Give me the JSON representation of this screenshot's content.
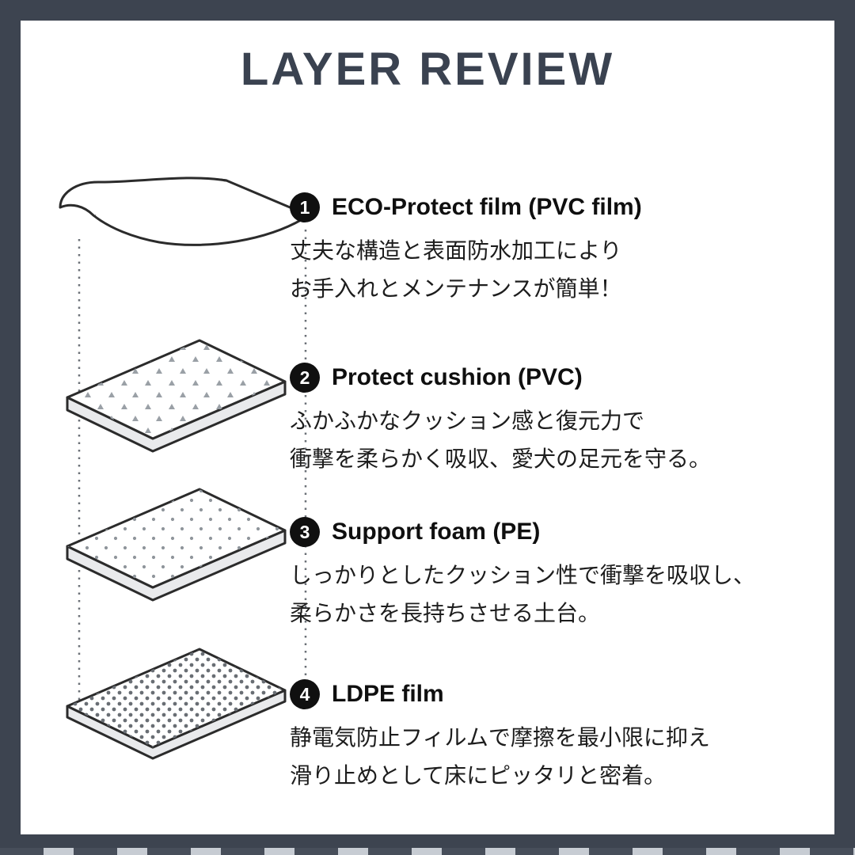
{
  "page": {
    "title": "LAYER REVIEW",
    "colors": {
      "frame": "#3d4450",
      "title_text": "#3a4250",
      "heading_text": "#0f0f0f",
      "body_text": "#1d1d1d",
      "badge_bg": "#101010",
      "badge_text": "#ffffff",
      "illustration_stroke": "#2b2b2b",
      "illustration_side_face": "#e9eaec",
      "dotted_guide_line": "#6b7077"
    }
  },
  "icons": {
    "layer_stack": "exploded-layer-diagram",
    "layer_1": "curled-film-sheet",
    "layer_2": "cushion-slab-triangle-texture",
    "layer_3": "foam-slab-dot-texture",
    "layer_4": "film-slab-dense-dot-texture"
  },
  "layers": [
    {
      "number": "1",
      "heading": "ECO-Protect film (PVC film)",
      "description_lines": [
        "丈夫な構造と表面防水加工により",
        "お手入れとメンテナンスが簡単！"
      ]
    },
    {
      "number": "2",
      "heading": "Protect cushion (PVC)",
      "description_lines": [
        "ふかふかなクッション感と復元力で",
        "衝撃を柔らかく吸収、愛犬の足元を守る。"
      ]
    },
    {
      "number": "3",
      "heading": "Support foam (PE)",
      "description_lines": [
        "しっかりとしたクッション性で衝撃を吸収し、",
        "柔らかさを長持ちさせる土台。"
      ]
    },
    {
      "number": "4",
      "heading": "LDPE film",
      "description_lines": [
        "静電気防止フィルムで摩擦を最小限に抑え",
        "滑り止めとして床にピッタリと密着。"
      ]
    }
  ]
}
